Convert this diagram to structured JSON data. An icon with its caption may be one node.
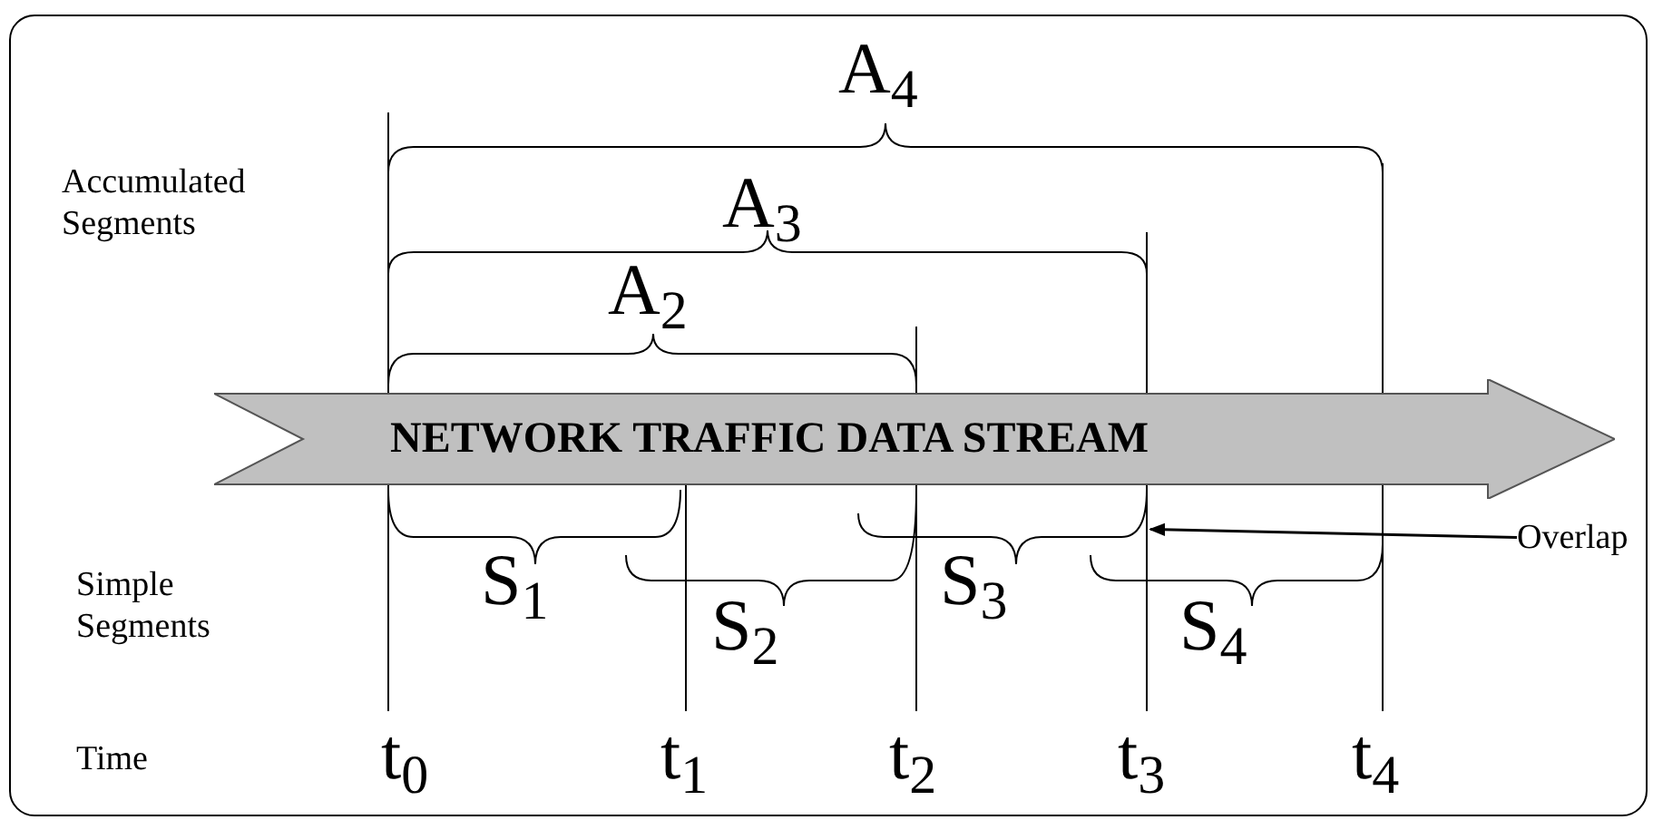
{
  "diagram": {
    "nodes": [
      {
        "text": [
          "NETWORK TRAFFIC DATA STREAM"
        ]
      },
      {
        "text": [
          "Overlap"
        ]
      },
      {
        "text": [],
        "shape": "brace"
      }
    ],
    "edges": [
      {
        "from": 1,
        "to": 2,
        "arrow": "to"
      }
    ],
    "labels": [
      "A$_{4}$",
      "Accumulated Segments",
      "A$_{3}$",
      "A$_{2}$",
      "Simple Segments",
      "S$_{1}$",
      "S$_{2}$",
      "S$_{3}$",
      "S$_{4}$",
      "Time",
      "t$_{0}$",
      "t$_{1}$",
      "t$_{2}$",
      "t$_{3}$",
      "t$_{4}$"
    ]
  }
}
